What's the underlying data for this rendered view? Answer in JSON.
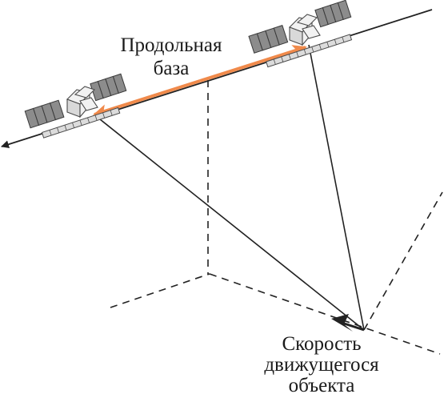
{
  "labels": {
    "baseline_line1": "Продольная",
    "baseline_line2": "база",
    "velocity_line1": "Скорость",
    "velocity_line2": "движущегося",
    "velocity_line3": "объекта"
  },
  "colors": {
    "baseline_arrow": "#f08a4b",
    "lines": "#222222",
    "solar_panel": "#8c8c8c"
  },
  "icons": {
    "satellite": "satellite-icon"
  }
}
